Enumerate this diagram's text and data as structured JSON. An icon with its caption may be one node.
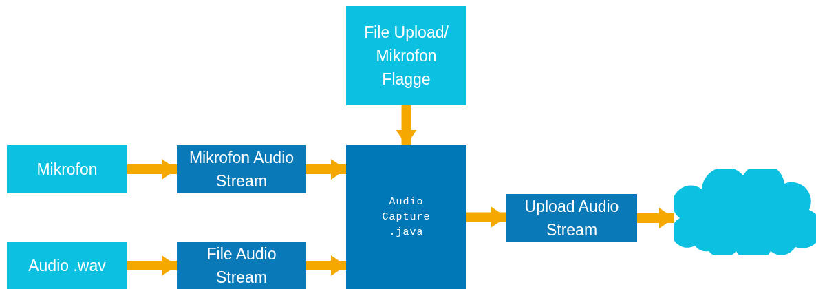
{
  "diagram": {
    "nodes": [
      {
        "text": [
          "Mikrofon"
        ]
      },
      {
        "text": [
          "Audio .wav"
        ]
      },
      {
        "text": [
          "Mikrofon Audio Stream"
        ]
      },
      {
        "text": [
          "File Audio Stream"
        ]
      },
      {
        "text": [
          "File Upload/ Mikrofon Flagge"
        ]
      },
      {
        "text": [
          "Audio Capture .java"
        ]
      },
      {
        "text": [
          "Upload Audio Stream"
        ]
      },
      {
        "text": [],
        "shape": "cloud"
      }
    ],
    "edges": [
      {
        "from": 0,
        "to": 2,
        "arrow": "to"
      },
      {
        "from": 2,
        "to": 5,
        "arrow": "to"
      },
      {
        "from": 1,
        "to": 3,
        "arrow": "to"
      },
      {
        "from": 3,
        "to": 5,
        "arrow": "to"
      },
      {
        "from": 4,
        "to": 5,
        "arrow": "to"
      },
      {
        "from": 5,
        "to": 6,
        "arrow": "to"
      },
      {
        "from": 6,
        "to": 7,
        "arrow": "to"
      }
    ]
  }
}
